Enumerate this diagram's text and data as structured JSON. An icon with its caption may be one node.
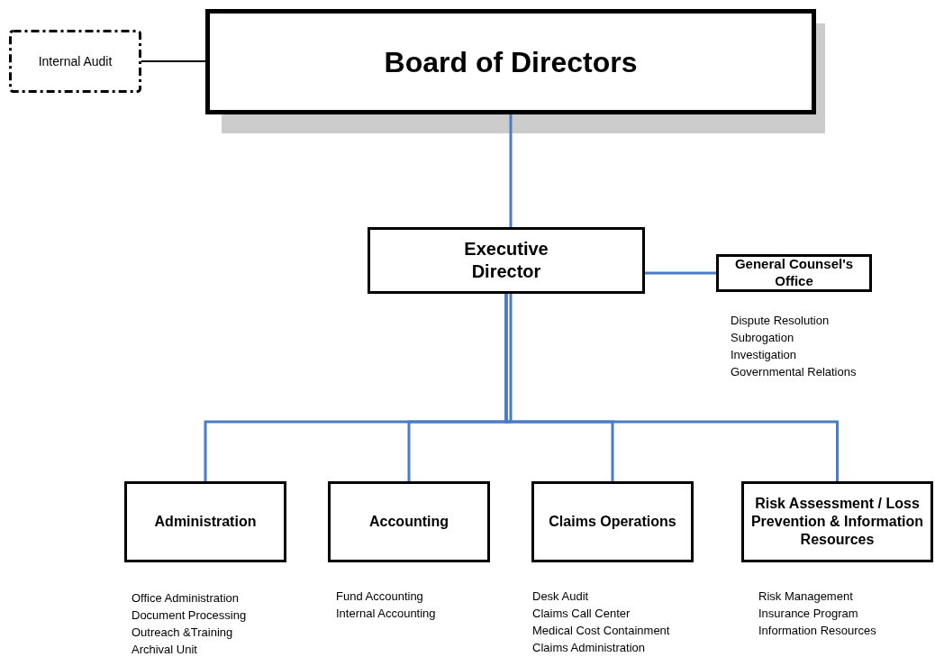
{
  "diagram": {
    "nodes": [
      {
        "text": [
          "Internal Audit"
        ]
      },
      {
        "text": [
          "Board of Directors"
        ]
      },
      {
        "text": [
          "Executive Director"
        ]
      },
      {
        "text": [
          "General Counsel's Office"
        ],
        "beside": [
          "Dispute Resolution",
          "Subrogation",
          "Investigation",
          "Governmental Relations"
        ]
      },
      {
        "text": [
          "Administration"
        ],
        "beside": [
          "Office Administration",
          "Document Processing",
          "Outreach &Training",
          "Archival Unit"
        ]
      },
      {
        "text": [
          "Accounting"
        ],
        "beside": [
          "Fund Accounting",
          "Internal Accounting"
        ]
      },
      {
        "text": [
          "Claims Operations"
        ],
        "beside": [
          "Desk Audit",
          "Claims Call Center",
          "Medical Cost Containment",
          "Claims Administration"
        ]
      },
      {
        "text": [
          "Risk Assessment / Loss Prevention & Information Resources"
        ],
        "beside": [
          "Risk Management",
          "Insurance Program",
          "Information Resources"
        ]
      }
    ],
    "edges": [
      {
        "from": 0,
        "to": 1,
        "arrow": "none",
        "color": "#000000"
      },
      {
        "from": 1,
        "to": 2,
        "arrow": "none"
      },
      {
        "from": 2,
        "to": 3,
        "arrow": "none"
      },
      {
        "from": 2,
        "to": 4,
        "arrow": "none"
      },
      {
        "from": 2,
        "to": 5,
        "arrow": "none"
      },
      {
        "from": 2,
        "to": 6,
        "arrow": "none"
      },
      {
        "from": 2,
        "to": 7,
        "arrow": "none"
      }
    ]
  }
}
